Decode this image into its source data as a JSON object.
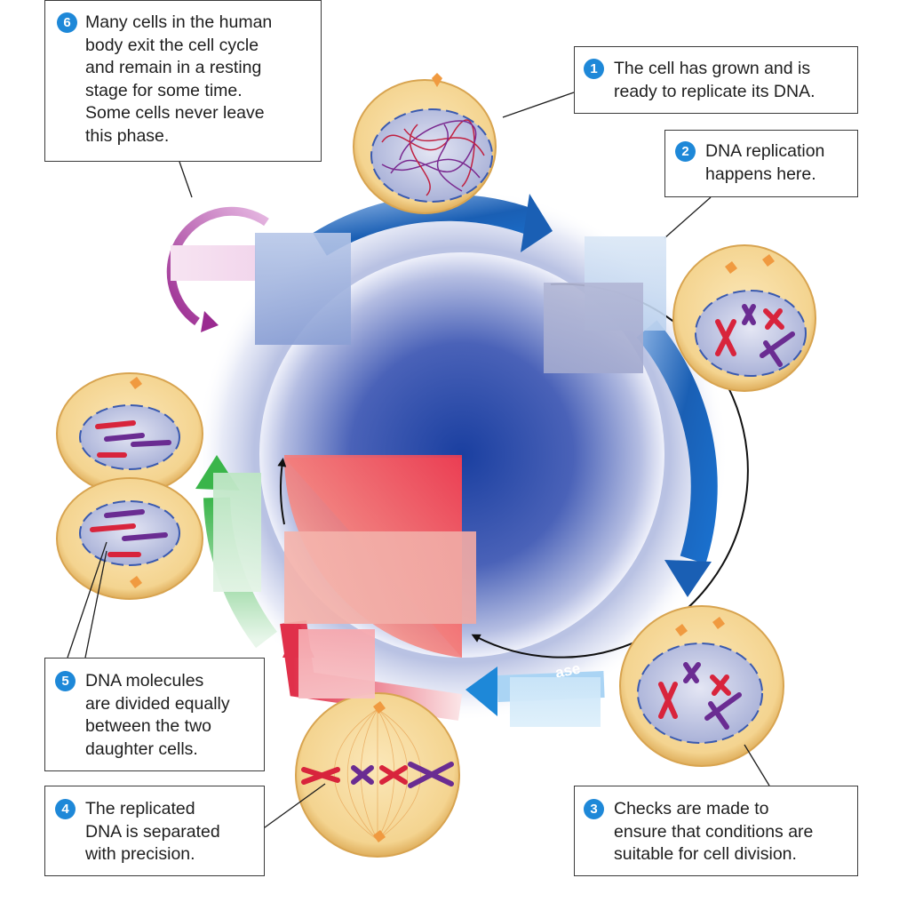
{
  "callouts": [
    {
      "number": "1",
      "text": [
        "The cell has grown and is",
        "ready to replicate its DNA."
      ]
    },
    {
      "number": "2",
      "text": [
        "DNA replication",
        "happens here."
      ]
    },
    {
      "number": "3",
      "text": [
        "Checks are made to",
        "ensure that conditions are",
        "suitable for cell division."
      ]
    },
    {
      "number": "4",
      "text": [
        "The replicated",
        "DNA is separated",
        "with precision."
      ]
    },
    {
      "number": "5",
      "text": [
        "DNA molecules",
        "are divided equally",
        "between the two",
        "daughter cells."
      ]
    },
    {
      "number": "6",
      "text": [
        "Many cells in the human",
        "body exit the cell cycle",
        "and remain in a resting",
        "stage for some time.",
        "Some cells never leave",
        "this phase."
      ]
    }
  ],
  "phase_label_fragment": "ase",
  "colors": {
    "callout_badge": "#1e88d8",
    "arrow_blue": "#1a5fb4",
    "arrow_purple": "#b24aa8",
    "arrow_green": "#3ab54a",
    "arrow_red": "#e0304a",
    "cell_fill": "#f6d898",
    "nucleus_fill": "#c8cde8",
    "chromosome_red": "#d8243c",
    "chromosome_purple": "#6a2c92"
  }
}
